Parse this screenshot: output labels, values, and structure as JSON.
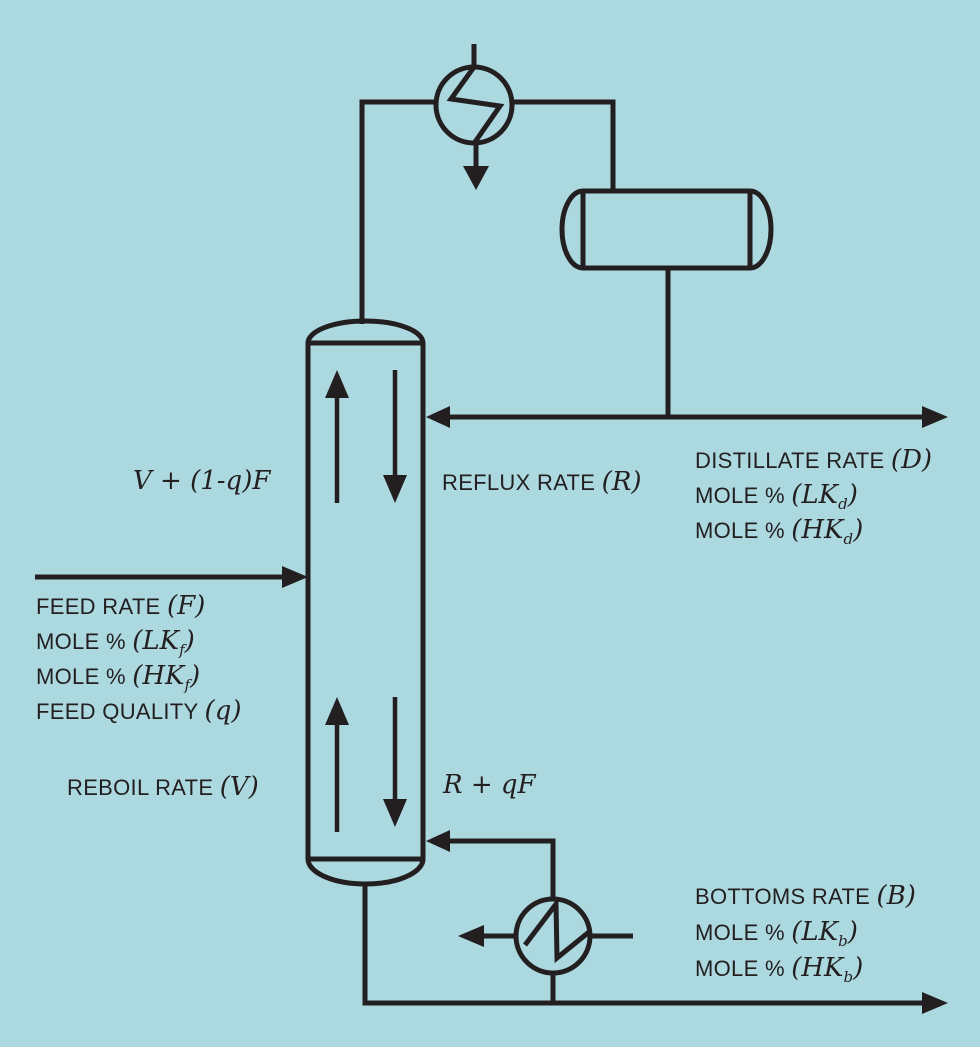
{
  "colors": {
    "background": "#acd9e0",
    "line": "#231f20"
  },
  "equipment_icons": {
    "condenser": "heat-exchanger-circle-zigzag-icon",
    "reflux_drum": "horizontal-drum-vessel-icon",
    "column": "distillation-column-vessel-icon",
    "reboiler": "heat-exchanger-circle-zigzag-icon",
    "flow_arrows": "up-down-internal-flow-arrows-icon"
  },
  "labels": {
    "internal_vapor": {
      "math": "V + (1-q)F"
    },
    "reflux": {
      "text": "REFLUX RATE ",
      "math": "(R)"
    },
    "distillate": {
      "rate": {
        "text": "DISTILLATE RATE ",
        "math": "(D)"
      },
      "lk": {
        "text": "MOLE % ",
        "math_open": "(LK",
        "sub": "d",
        "math_close": ")"
      },
      "hk": {
        "text": "MOLE % ",
        "math_open": "(HK",
        "sub": "d",
        "math_close": ")"
      }
    },
    "feed": {
      "rate": {
        "text": "FEED RATE ",
        "math": "(F)"
      },
      "lk": {
        "text": "MOLE % ",
        "math_open": "(LK",
        "sub": "f",
        "math_close": ")"
      },
      "hk": {
        "text": "MOLE % ",
        "math_open": "(HK",
        "sub": "f",
        "math_close": ")"
      },
      "quality": {
        "text": "FEED QUALITY ",
        "math": "(q)"
      }
    },
    "reboil": {
      "text": "REBOIL RATE ",
      "math": "(V)"
    },
    "internal_liquid": {
      "math": "R + qF"
    },
    "bottoms": {
      "rate": {
        "text": "BOTTOMS RATE ",
        "math": "(B)"
      },
      "lk": {
        "text": "MOLE % ",
        "math_open": "(LK",
        "sub": "b",
        "math_close": ")"
      },
      "hk": {
        "text": "MOLE % ",
        "math_open": "(HK",
        "sub": "b",
        "math_close": ")"
      }
    }
  }
}
